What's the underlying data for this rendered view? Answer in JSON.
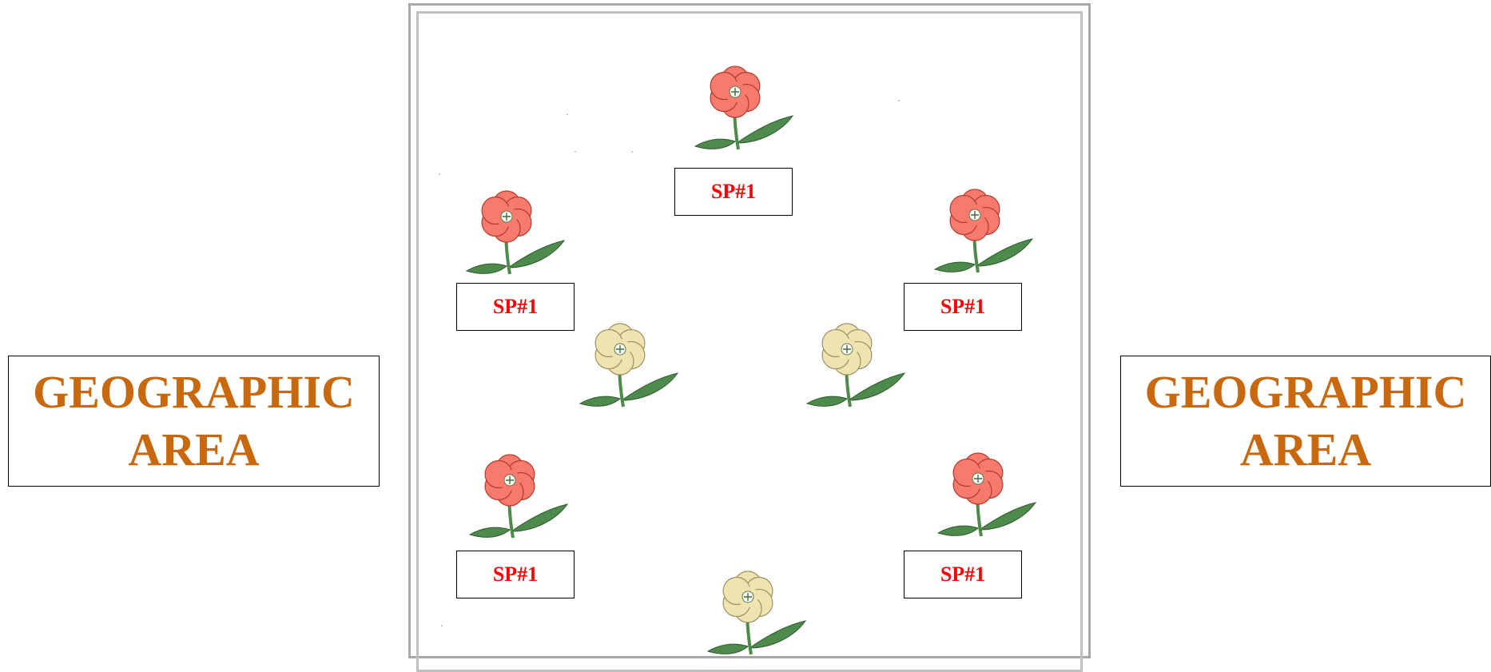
{
  "geographic_area": {
    "line1": "GEOGRAPHIC",
    "line2": "AREA"
  },
  "species_label": "SP#1",
  "colors": {
    "geo_text": "#c8690f",
    "species_text": "#ff0000",
    "red_petal": "#f77b6d",
    "red_petal_edge": "#b33a30",
    "yellow_petal": "#efe4b0",
    "yellow_petal_edge": "#9c9066",
    "leaf": "#4e8a4c",
    "frame": "#a8a8a8"
  },
  "flowers": [
    {
      "id": "flower-top",
      "color": "red",
      "label": "SP#1"
    },
    {
      "id": "flower-upper-left",
      "color": "red",
      "label": "SP#1"
    },
    {
      "id": "flower-upper-right",
      "color": "red",
      "label": "SP#1"
    },
    {
      "id": "flower-mid-left",
      "color": "yellow"
    },
    {
      "id": "flower-mid-right",
      "color": "yellow"
    },
    {
      "id": "flower-lower-left",
      "color": "red",
      "label": "SP#1"
    },
    {
      "id": "flower-lower-right",
      "color": "red",
      "label": "SP#1"
    },
    {
      "id": "flower-bottom",
      "color": "yellow"
    }
  ]
}
